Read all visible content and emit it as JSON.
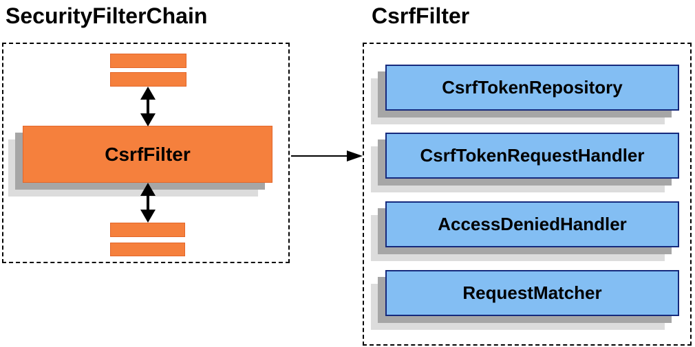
{
  "diagram": {
    "left_panel": {
      "title": "SecurityFilterChain",
      "filter_box_label": "CsrfFilter"
    },
    "right_panel": {
      "title": "CsrfFilter",
      "components": [
        "CsrfTokenRepository",
        "CsrfTokenRequestHandler",
        "AccessDeniedHandler",
        "RequestMatcher"
      ]
    },
    "colors": {
      "filter_orange": "#f5803d",
      "filter_orange_border": "#e2662a",
      "component_blue": "#83bef3",
      "component_border_blue": "#15297c",
      "shadow_dark": "#a6a6a6",
      "shadow_light": "#dcdcdc",
      "arrow_black": "#000000"
    }
  }
}
